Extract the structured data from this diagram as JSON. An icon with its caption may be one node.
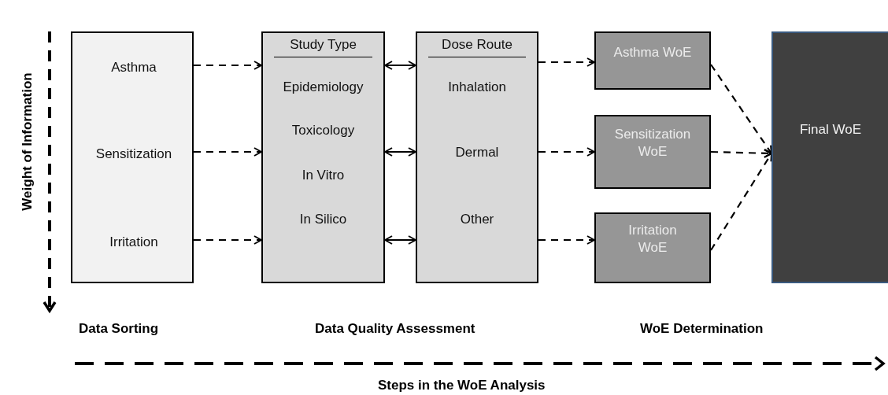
{
  "diagram": {
    "nodes": [
      {
        "text": [],
        "shape": "box"
      },
      {
        "text": [
          "Asthma"
        ],
        "in": 0
      },
      {
        "text": [
          "Sensitization"
        ],
        "in": 0
      },
      {
        "text": [
          "Irritation"
        ],
        "in": 0
      },
      {
        "text": [
          "Study Type",
          "Epidemiology",
          "Toxicology",
          "In Vitro",
          "In Silico"
        ]
      },
      {
        "text": [
          "Dose Route",
          "Inhalation",
          "Dermal",
          "Other"
        ]
      },
      {
        "text": [
          "Asthma WoE"
        ]
      },
      {
        "text": [
          "Sensitization WoE"
        ]
      },
      {
        "text": [
          "Irritation WoE"
        ]
      },
      {
        "text": [
          "Final WoE"
        ]
      }
    ],
    "edges": [
      {
        "from": 1,
        "to": 4,
        "arrow": "to",
        "style": "dashed"
      },
      {
        "from": 2,
        "to": 4,
        "arrow": "to",
        "style": "dashed"
      },
      {
        "from": 3,
        "to": 4,
        "arrow": "to",
        "style": "dashed"
      },
      {
        "from": 4,
        "to": 5,
        "arrow": "both"
      },
      {
        "from": 4,
        "to": 5,
        "arrow": "both"
      },
      {
        "from": 4,
        "to": 5,
        "arrow": "both"
      },
      {
        "from": 5,
        "to": 6,
        "arrow": "to",
        "style": "dashed"
      },
      {
        "from": 5,
        "to": 7,
        "arrow": "to",
        "style": "dashed"
      },
      {
        "from": 5,
        "to": 8,
        "arrow": "to",
        "style": "dashed"
      },
      {
        "from": 6,
        "to": 9,
        "arrow": "to",
        "style": "dashed"
      },
      {
        "from": 7,
        "to": 9,
        "arrow": "to",
        "style": "dashed"
      },
      {
        "from": 8,
        "to": 9,
        "arrow": "to",
        "style": "dashed"
      }
    ],
    "labels": [
      "Weight of Information",
      "Data Sorting",
      "Data Quality Assessment",
      "WoE Determination",
      "Steps in the WoE Analysis"
    ]
  }
}
